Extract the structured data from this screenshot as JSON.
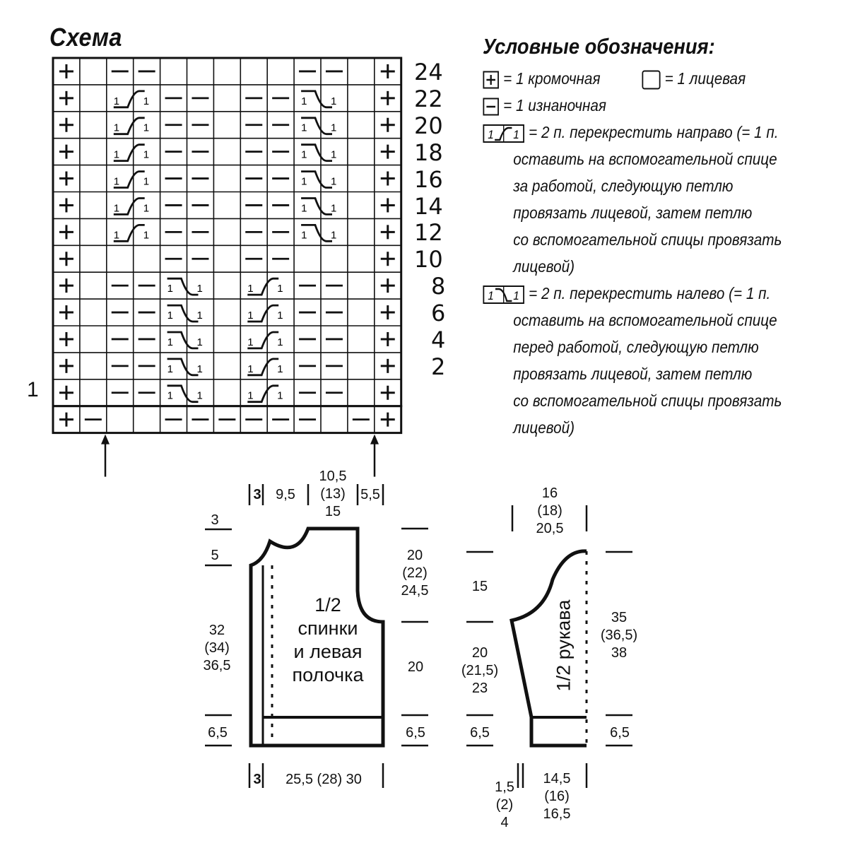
{
  "chart": {
    "title": "Схема",
    "rows": [
      24,
      22,
      20,
      18,
      16,
      14,
      12,
      10,
      8,
      6,
      4,
      2
    ],
    "first_row": "1",
    "cable_label": "1"
  },
  "legend": {
    "title": "Условные обозначения:",
    "edge": "= 1 кромочная",
    "knit": "= 1 лицевая",
    "purl": "= 1 изнаночная",
    "cross_right_lines": [
      "= 2 п. перекрестить направо (= 1 п.",
      "оставить на вспомогательной спице",
      "за работой, следующую петлю",
      "провязать лицевой, затем петлю",
      "со вспомогательной спицы провязать",
      "лицевой)"
    ],
    "cross_left_lines": [
      "= 2 п. перекрестить налево (= 1 п.",
      "оставить на вспомогательной спице",
      "перед работой, следующую петлю",
      "провязать лицевой, затем петлю",
      "со вспомогательной спицы провязать",
      "лицевой)"
    ],
    "symbol_digit": "1"
  },
  "body_pattern": {
    "label_lines": [
      "1/2",
      "спинки",
      "и левая",
      "полочка"
    ],
    "top_dims": {
      "a": "3",
      "b": "9,5",
      "c": [
        "10,5",
        "(13)",
        "15"
      ],
      "d": "5,5"
    },
    "left_dims": {
      "top": "3",
      "second": "5",
      "main": [
        "32",
        "(34)",
        "36,5"
      ],
      "bottom": "6,5"
    },
    "right_dims": {
      "armhole": [
        "20",
        "(22)",
        "24,5"
      ],
      "side": "20",
      "bottom": "6,5"
    },
    "bottom_dims": {
      "a": "3",
      "b": "25,5 (28) 30"
    }
  },
  "sleeve_pattern": {
    "label": "1/2 рукава",
    "top_dim": [
      "16",
      "(18)",
      "20,5"
    ],
    "left_dims": {
      "cap": "15",
      "mid": [
        "20",
        "(21,5)",
        "23"
      ],
      "bottom": "6,5"
    },
    "right_dims": {
      "main": [
        "35",
        "(36,5)",
        "38"
      ],
      "bottom": "6,5"
    },
    "bottom_dims": {
      "a": [
        "1,5",
        "(2)",
        "4"
      ],
      "b": [
        "14,5",
        "(16)",
        "16,5"
      ]
    }
  }
}
